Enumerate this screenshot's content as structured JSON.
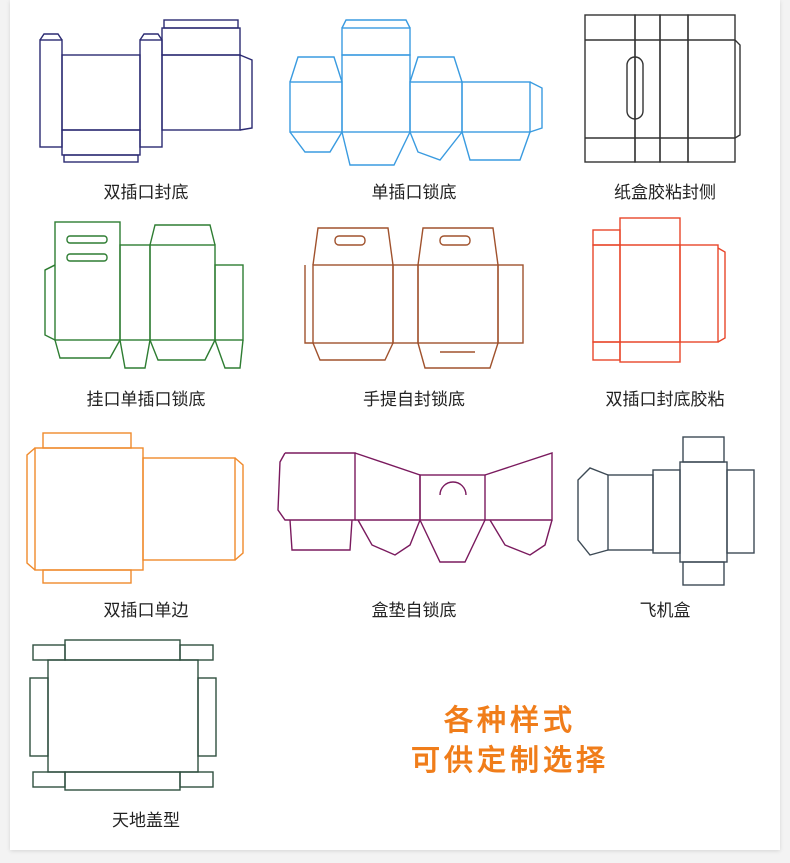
{
  "boxes": [
    {
      "label": "双插口封底",
      "color": "#2b2a72"
    },
    {
      "label": "单插口锁底",
      "color": "#3a9be0"
    },
    {
      "label": "纸盒胶粘封侧",
      "color": "#333333"
    },
    {
      "label": "挂口单插口锁底",
      "color": "#2e7d32"
    },
    {
      "label": "手提自封锁底",
      "color": "#a0522d"
    },
    {
      "label": "双插口封底胶粘",
      "color": "#e8462a"
    },
    {
      "label": "双插口单边",
      "color": "#f08a2c"
    },
    {
      "label": "盒垫自锁底",
      "color": "#7a1a5e"
    },
    {
      "label": "飞机盒",
      "color": "#3d4a55"
    },
    {
      "label": "天地盖型",
      "color": "#2f4f3f"
    }
  ],
  "slogan": {
    "line1": "各种样式",
    "line2": "可供定制选择"
  }
}
